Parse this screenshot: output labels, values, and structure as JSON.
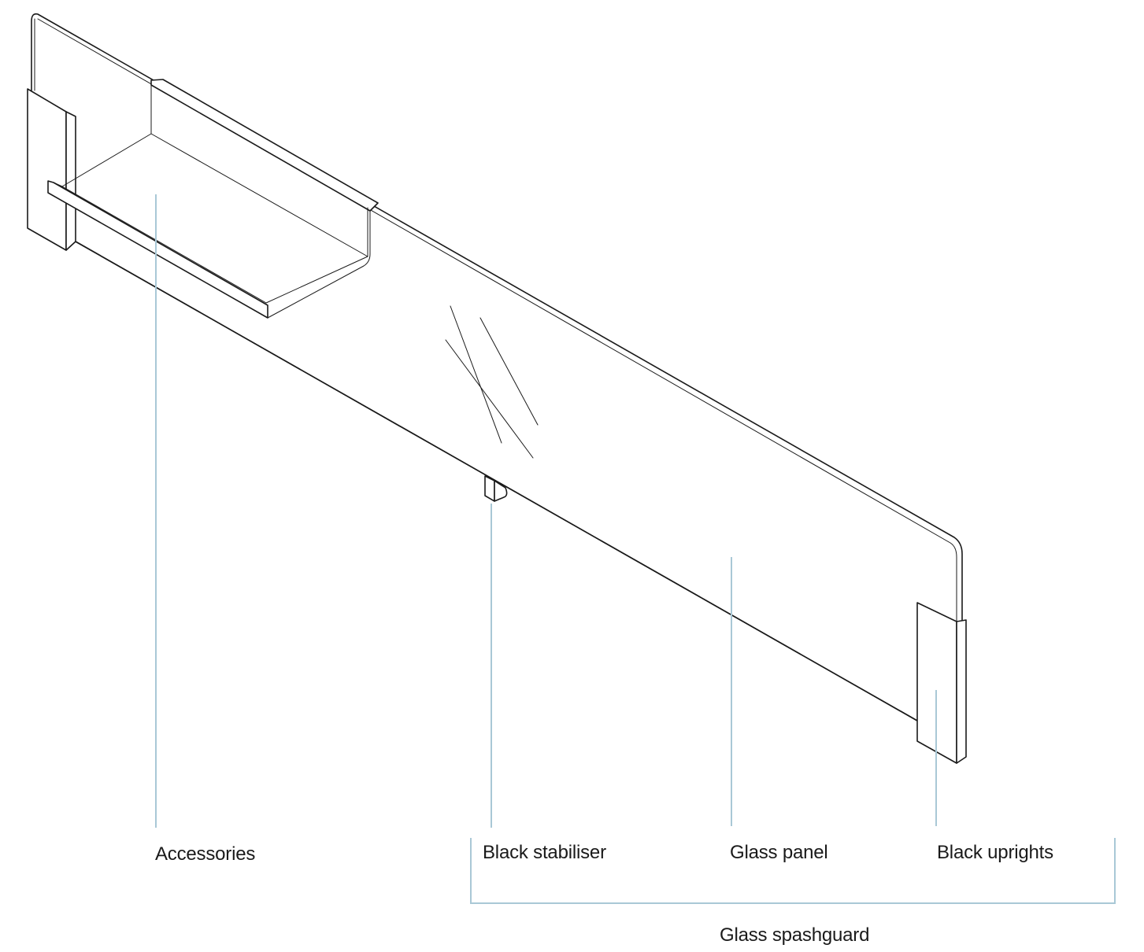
{
  "labels": {
    "accessories": "Accessories",
    "black_stabiliser": "Black stabiliser",
    "glass_panel": "Glass panel",
    "black_uprights": "Black uprights",
    "glass_splashguard": "Glass spashguard"
  },
  "colors": {
    "leader_line": "#a9c8d6",
    "line_art": "#1a1a1a"
  }
}
